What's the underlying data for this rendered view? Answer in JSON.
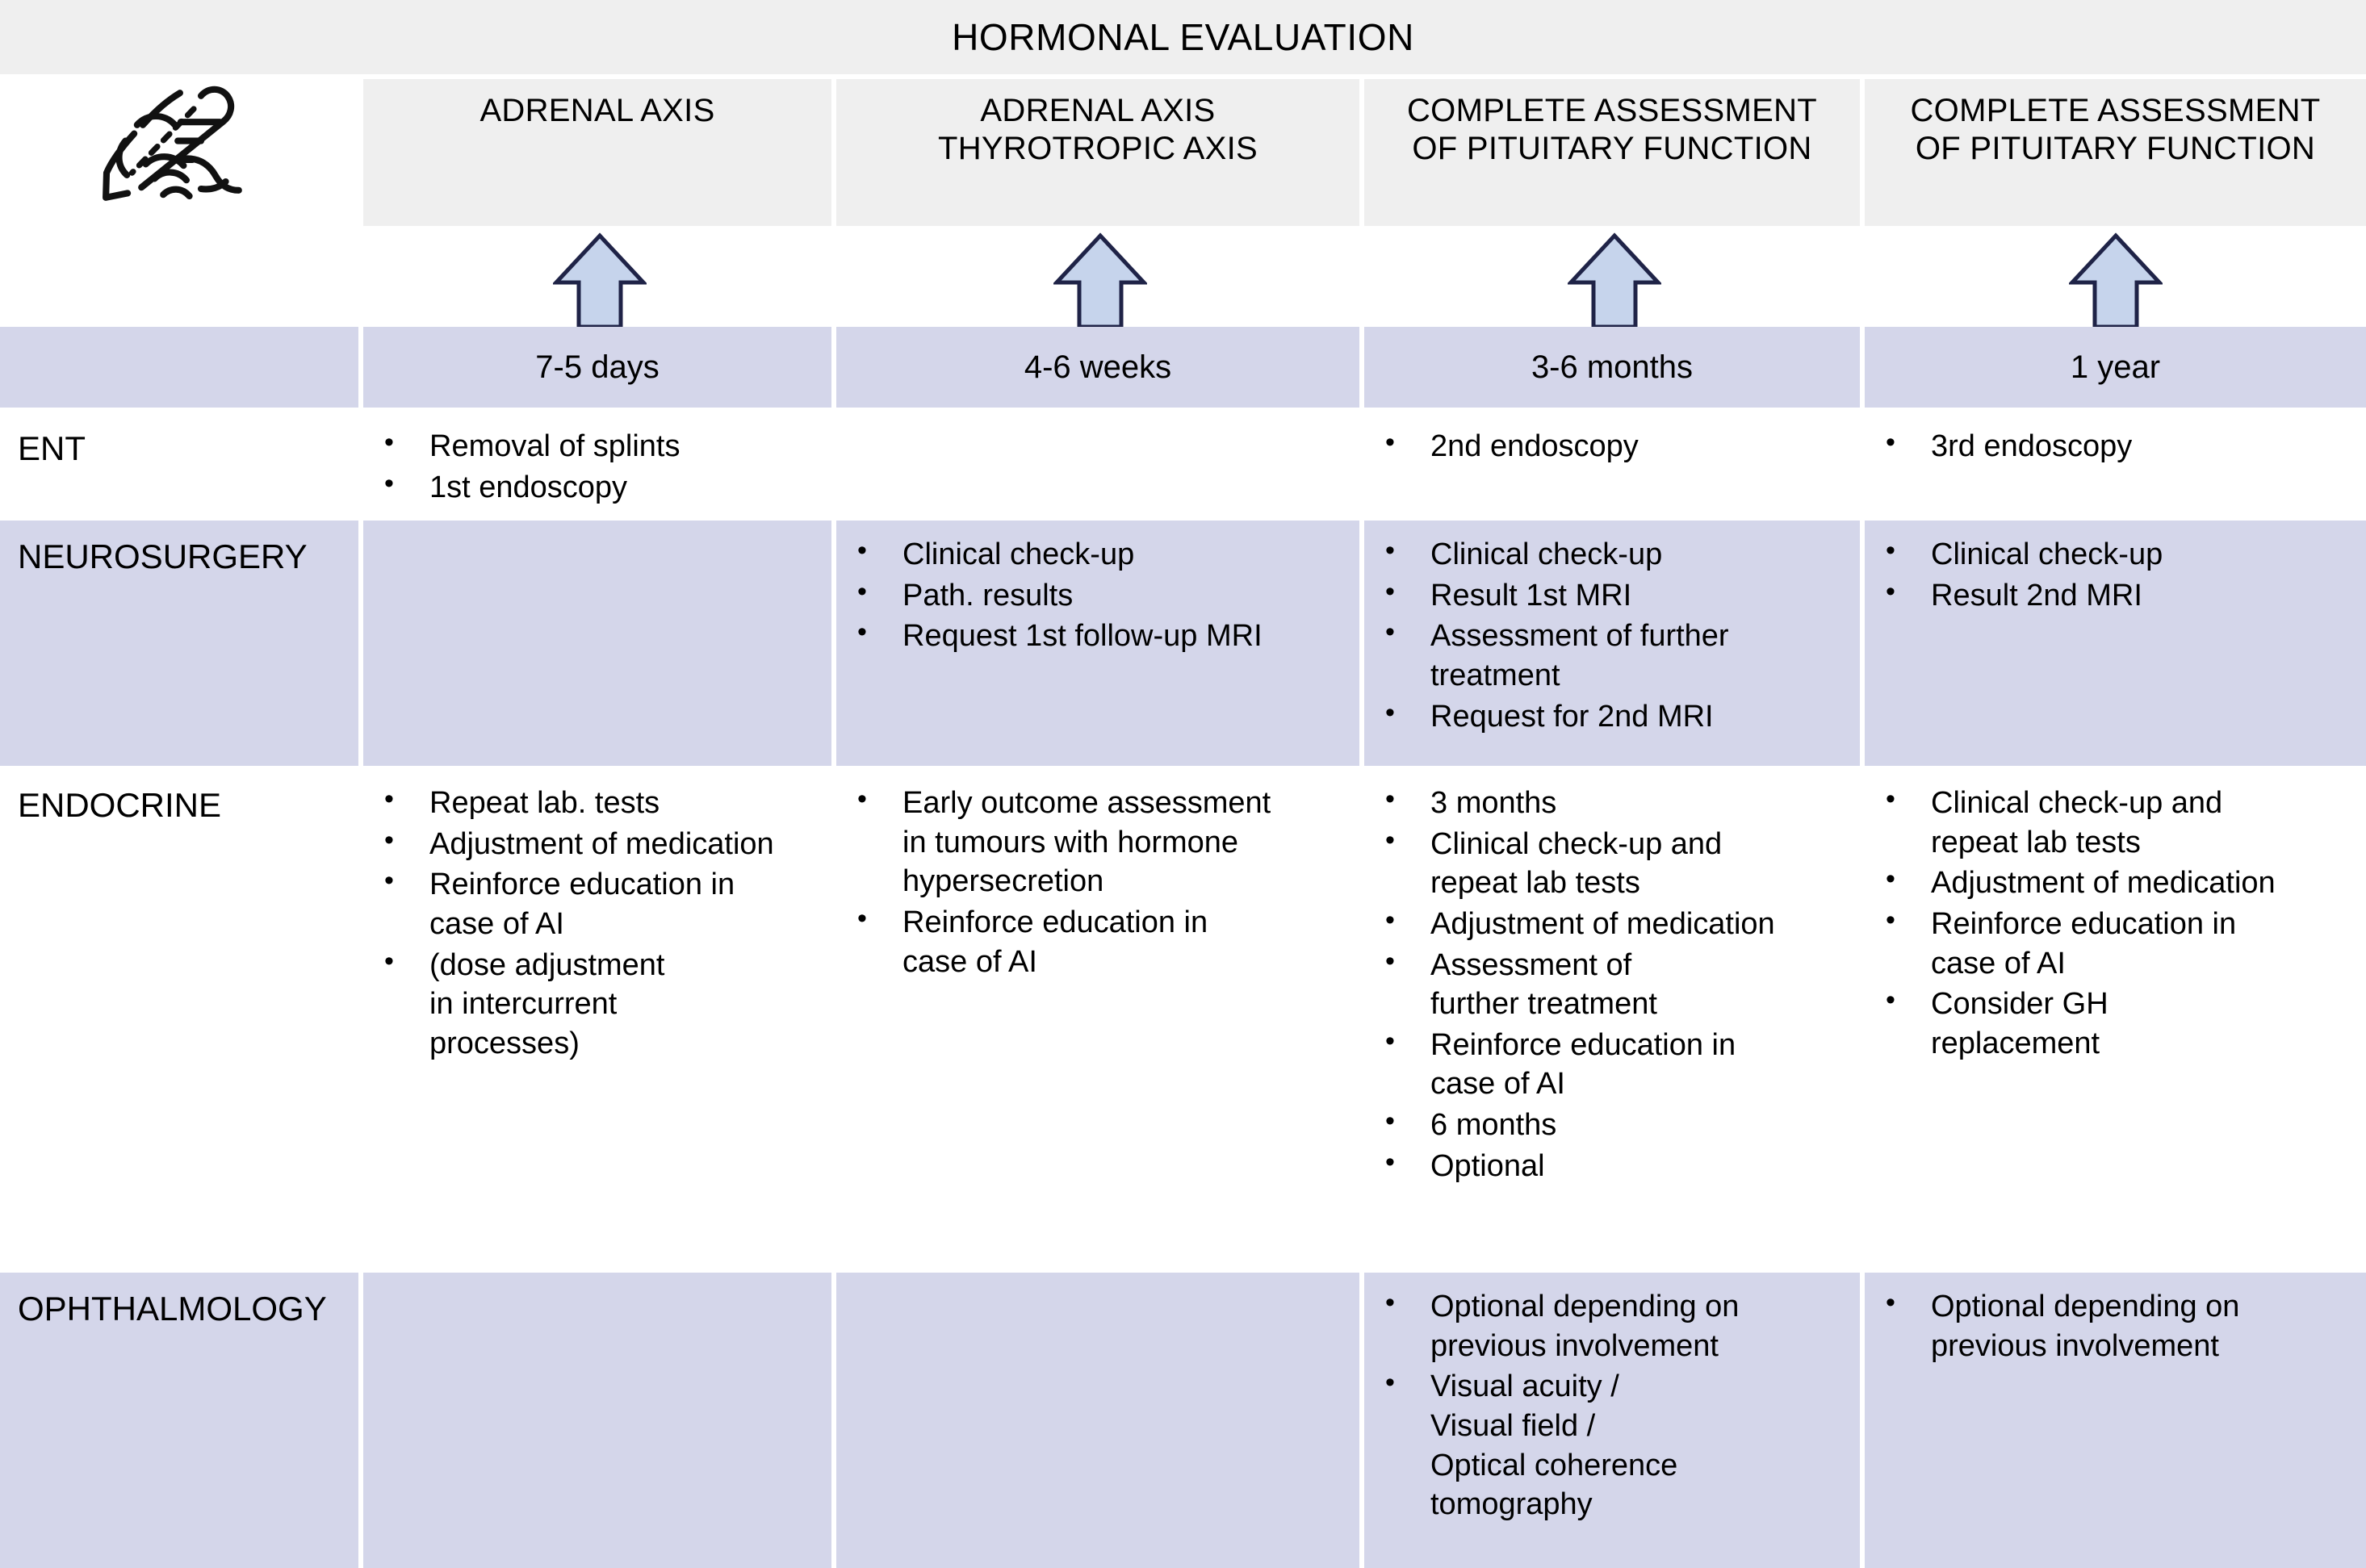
{
  "title": "HORMONAL EVALUATION",
  "icon": {
    "name": "hand-holding-lab-tube-icon"
  },
  "colors": {
    "header_bg": "#efefef",
    "row_accent_bg": "#d4d6ea",
    "arrow_fill": "#c6d4ec",
    "arrow_stroke": "#1f2347",
    "text": "#000000"
  },
  "columns": [
    {
      "id": "col-7-5-days",
      "header": "ADRENAL AXIS",
      "time": "7-5 days"
    },
    {
      "id": "col-4-6-weeks",
      "header": "ADRENAL AXIS\nTHYROTROPIC AXIS",
      "time": "4-6 weeks"
    },
    {
      "id": "col-3-6-months",
      "header": "COMPLETE ASSESSMENT\nOF PITUITARY FUNCTION",
      "time": "3-6 months"
    },
    {
      "id": "col-1-year",
      "header": "COMPLETE ASSESSMENT\nOF PITUITARY FUNCTION",
      "time": "1 year"
    }
  ],
  "rows": [
    {
      "id": "row-ent",
      "label": "ENT",
      "shaded": false,
      "cells": [
        [
          "Removal of splints",
          "1st endoscopy"
        ],
        [],
        [
          "2nd endoscopy"
        ],
        [
          "3rd endoscopy"
        ]
      ]
    },
    {
      "id": "row-neurosurgery",
      "label": "NEUROSURGERY",
      "shaded": true,
      "cells": [
        [],
        [
          "Clinical check-up",
          "Path. results",
          "Request 1st follow-up MRI"
        ],
        [
          "Clinical check-up",
          "Result 1st MRI",
          "Assessment of further\ntreatment",
          "Request for 2nd MRI"
        ],
        [
          "Clinical check-up",
          "Result 2nd MRI"
        ]
      ]
    },
    {
      "id": "row-endocrine",
      "label": "ENDOCRINE",
      "shaded": false,
      "cells": [
        [
          "Repeat lab. tests",
          "Adjustment of medication",
          "Reinforce education in\ncase of AI",
          "(dose adjustment\nin intercurrent\nprocesses)"
        ],
        [
          "Early outcome assessment\n in tumours with hormone\nhypersecretion",
          "Reinforce education in\ncase of AI"
        ],
        [
          "3 months",
          "Clinical check-up and\nrepeat lab tests",
          "Adjustment of medication",
          "Assessment of\nfurther treatment",
          "Reinforce education in\ncase of AI",
          "6 months",
          "Optional"
        ],
        [
          "Clinical check-up and\nrepeat lab tests",
          "Adjustment of medication",
          "Reinforce education in\ncase of AI",
          "Consider GH\nreplacement"
        ]
      ]
    },
    {
      "id": "row-ophthalmology",
      "label": "OPHTHALMOLOGY",
      "shaded": true,
      "cells": [
        [],
        [],
        [
          "Optional depending on\nprevious involvement",
          "Visual acuity /\nVisual field /\nOptical coherence\ntomography"
        ],
        [
          "Optional depending on\nprevious involvement"
        ]
      ]
    }
  ]
}
